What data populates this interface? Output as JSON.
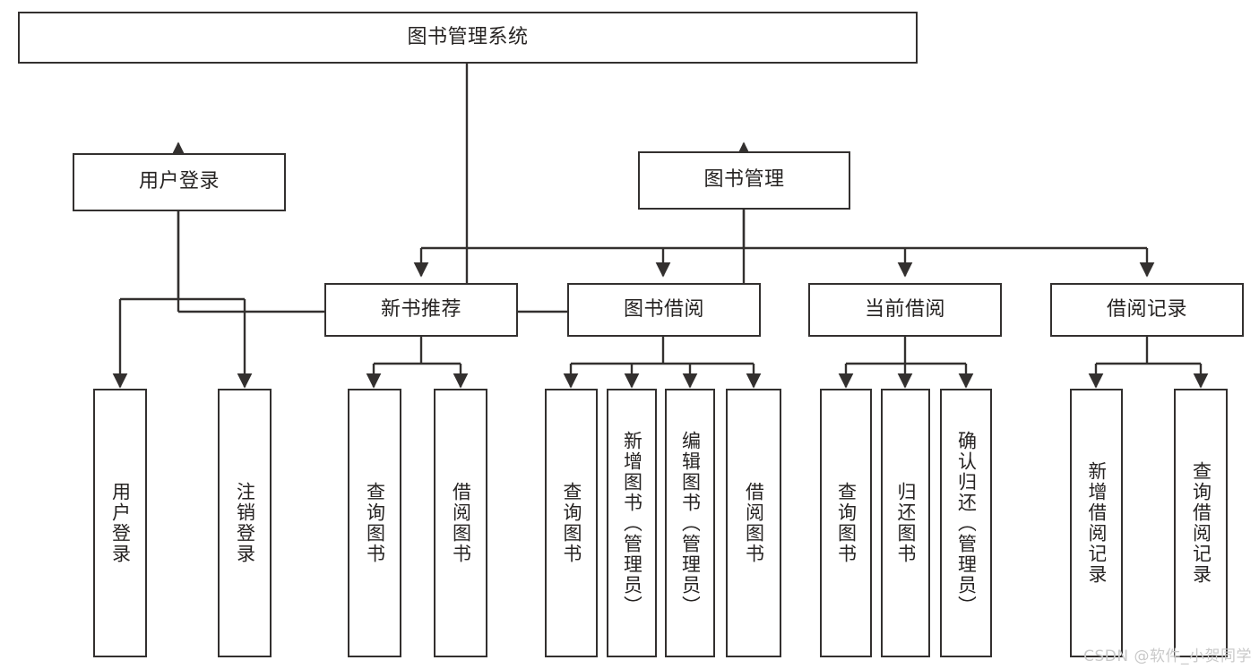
{
  "diagram": {
    "type": "tree-hierarchy",
    "title": "图书管理系统",
    "stroke_color": "#33302f",
    "text_color": "#262322",
    "background": "#ffffff",
    "watermark": "CSDN @软件_小贺同学",
    "nodes": {
      "root": {
        "label": "图书管理系统"
      },
      "level2": [
        {
          "label": "用户登录"
        },
        {
          "label": "图书管理"
        }
      ],
      "level3": [
        {
          "label": "新书推荐"
        },
        {
          "label": "图书借阅"
        },
        {
          "label": "当前借阅"
        },
        {
          "label": "借阅记录"
        }
      ],
      "leaves": {
        "user_login": [
          {
            "label": "用户登录"
          },
          {
            "label": "注销登录"
          }
        ],
        "new_book": [
          {
            "label": "查询图书"
          },
          {
            "label": "借阅图书"
          }
        ],
        "book_borrow": [
          {
            "label": "查询图书"
          },
          {
            "label": "新增图书（管理员）"
          },
          {
            "label": "编辑图书（管理员）"
          },
          {
            "label": "借阅图书"
          }
        ],
        "current_borrow": [
          {
            "label": "查询图书"
          },
          {
            "label": "归还图书"
          },
          {
            "label": "确认归还（管理员）"
          }
        ],
        "borrow_record": [
          {
            "label": "新增借阅记录"
          },
          {
            "label": "查询借阅记录"
          }
        ]
      }
    }
  }
}
